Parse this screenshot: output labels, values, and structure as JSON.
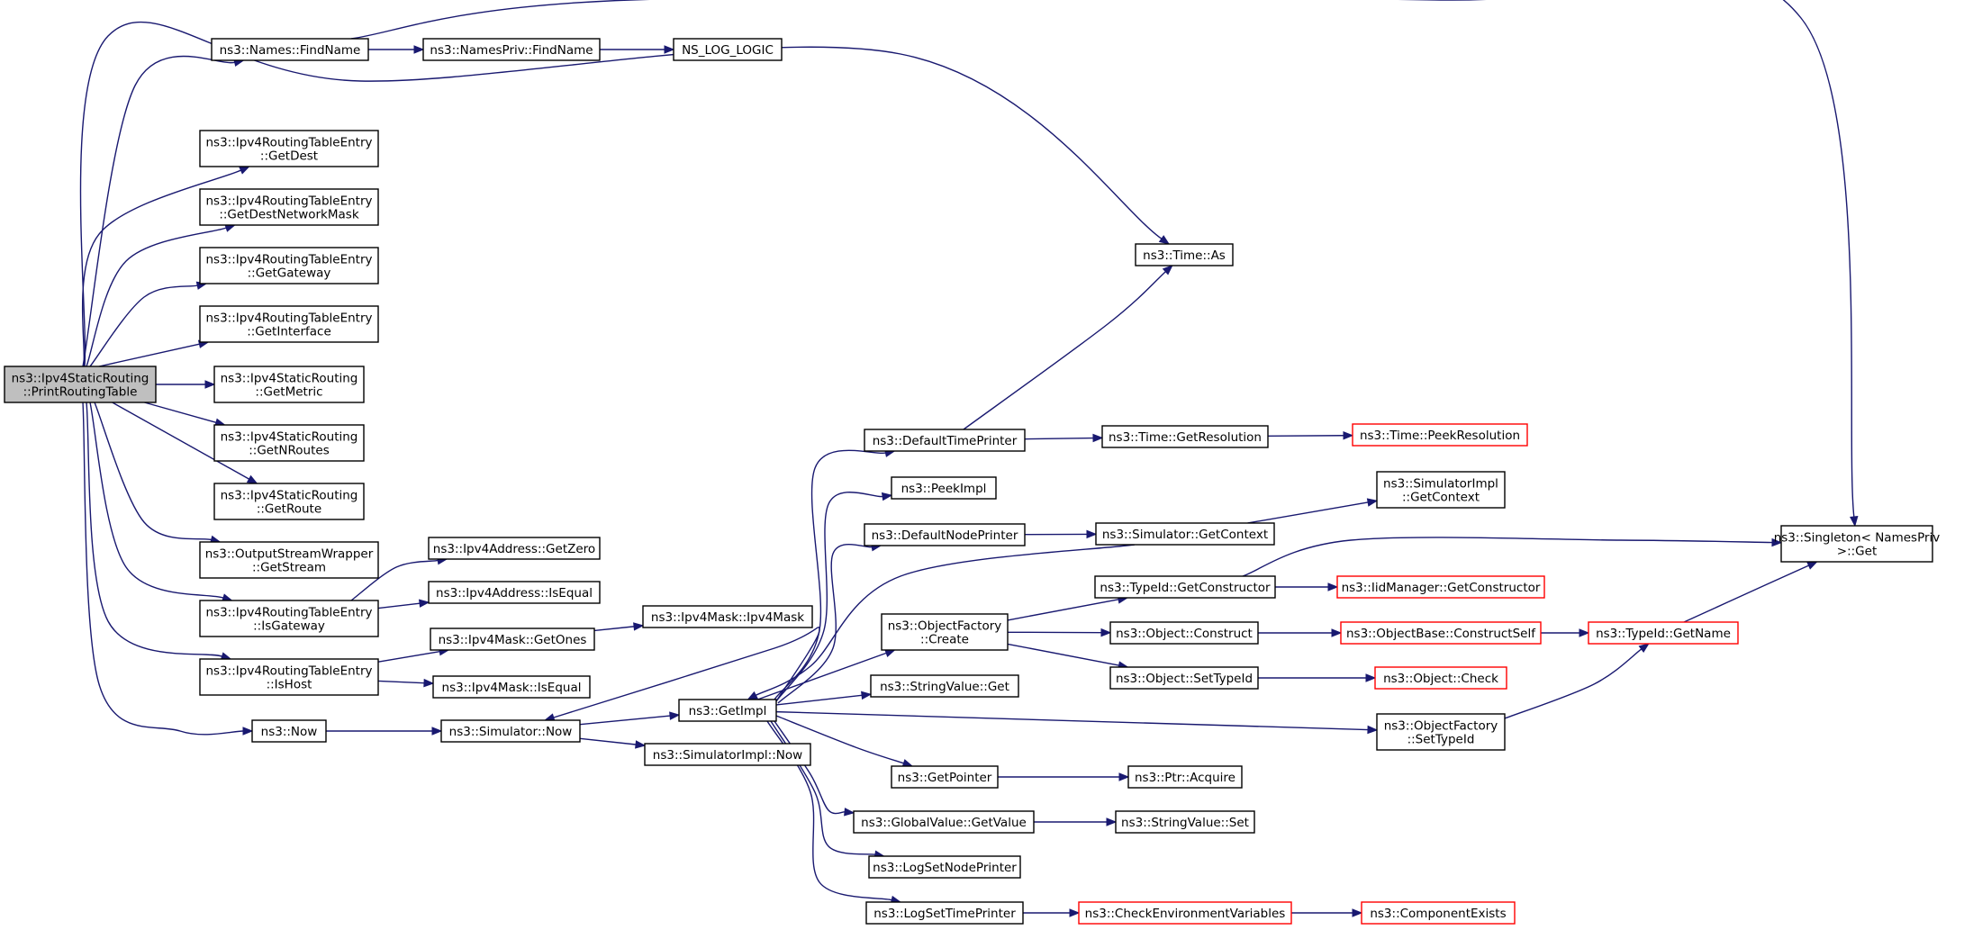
{
  "colors": {
    "edge": "#191970",
    "node_border": "#000000",
    "node_truncated_border": "#ff0000",
    "root_fill": "#bfbfbf",
    "node_fill": "#ffffff"
  },
  "nodes": [
    {
      "id": "root",
      "lines": [
        "ns3::Ipv4StaticRouting",
        "::PrintRoutingTable"
      ],
      "root": true
    },
    {
      "id": "names_findname",
      "lines": [
        "ns3::Names::FindName"
      ]
    },
    {
      "id": "namespriv_findname",
      "lines": [
        "ns3::NamesPriv::FindName"
      ]
    },
    {
      "id": "ns_log_logic",
      "lines": [
        "NS_LOG_LOGIC"
      ]
    },
    {
      "id": "rte_getdest",
      "lines": [
        "ns3::Ipv4RoutingTableEntry",
        "::GetDest"
      ]
    },
    {
      "id": "rte_getdestnetworkmask",
      "lines": [
        "ns3::Ipv4RoutingTableEntry",
        "::GetDestNetworkMask"
      ]
    },
    {
      "id": "rte_getgateway",
      "lines": [
        "ns3::Ipv4RoutingTableEntry",
        "::GetGateway"
      ]
    },
    {
      "id": "rte_getinterface",
      "lines": [
        "ns3::Ipv4RoutingTableEntry",
        "::GetInterface"
      ]
    },
    {
      "id": "sr_getmetric",
      "lines": [
        "ns3::Ipv4StaticRouting",
        "::GetMetric"
      ]
    },
    {
      "id": "sr_getnroutes",
      "lines": [
        "ns3::Ipv4StaticRouting",
        "::GetNRoutes"
      ]
    },
    {
      "id": "sr_getroute",
      "lines": [
        "ns3::Ipv4StaticRouting",
        "::GetRoute"
      ]
    },
    {
      "id": "osw_getstream",
      "lines": [
        "ns3::OutputStreamWrapper",
        "::GetStream"
      ]
    },
    {
      "id": "rte_isgateway",
      "lines": [
        "ns3::Ipv4RoutingTableEntry",
        "::IsGateway"
      ]
    },
    {
      "id": "rte_ishost",
      "lines": [
        "ns3::Ipv4RoutingTableEntry",
        "::IsHost"
      ]
    },
    {
      "id": "now",
      "lines": [
        "ns3::Now"
      ]
    },
    {
      "id": "ipv4addr_getzero",
      "lines": [
        "ns3::Ipv4Address::GetZero"
      ]
    },
    {
      "id": "ipv4addr_isequal",
      "lines": [
        "ns3::Ipv4Address::IsEqual"
      ]
    },
    {
      "id": "ipv4mask_getones",
      "lines": [
        "ns3::Ipv4Mask::GetOnes"
      ]
    },
    {
      "id": "ipv4mask_ipv4mask",
      "lines": [
        "ns3::Ipv4Mask::Ipv4Mask"
      ]
    },
    {
      "id": "ipv4mask_isequal",
      "lines": [
        "ns3::Ipv4Mask::IsEqual"
      ]
    },
    {
      "id": "simulator_now",
      "lines": [
        "ns3::Simulator::Now"
      ]
    },
    {
      "id": "getimpl",
      "lines": [
        "ns3::GetImpl"
      ]
    },
    {
      "id": "simulatorimpl_now",
      "lines": [
        "ns3::SimulatorImpl::Now"
      ]
    },
    {
      "id": "time_as",
      "lines": [
        "ns3::Time::As"
      ]
    },
    {
      "id": "defaulttimeprinter",
      "lines": [
        "ns3::DefaultTimePrinter"
      ]
    },
    {
      "id": "peekimpl",
      "lines": [
        "ns3::PeekImpl"
      ]
    },
    {
      "id": "defaultnodeprinter",
      "lines": [
        "ns3::DefaultNodePrinter"
      ]
    },
    {
      "id": "objectfactory_create",
      "lines": [
        "ns3::ObjectFactory",
        "::Create"
      ]
    },
    {
      "id": "stringvalue_get",
      "lines": [
        "ns3::StringValue::Get"
      ]
    },
    {
      "id": "getpointer",
      "lines": [
        "ns3::GetPointer"
      ]
    },
    {
      "id": "globalvalue_getvalue",
      "lines": [
        "ns3::GlobalValue::GetValue"
      ]
    },
    {
      "id": "logsetnodeprinter",
      "lines": [
        "ns3::LogSetNodePrinter"
      ]
    },
    {
      "id": "logsettimeprinter",
      "lines": [
        "ns3::LogSetTimePrinter"
      ]
    },
    {
      "id": "time_getresolution",
      "lines": [
        "ns3::Time::GetResolution"
      ]
    },
    {
      "id": "time_peekresolution",
      "lines": [
        "ns3::Time::PeekResolution"
      ],
      "truncated": true
    },
    {
      "id": "simulator_getcontext",
      "lines": [
        "ns3::Simulator::GetContext"
      ]
    },
    {
      "id": "simulatorimpl_getcontext",
      "lines": [
        "ns3::SimulatorImpl",
        "::GetContext"
      ]
    },
    {
      "id": "typeid_getconstructor",
      "lines": [
        "ns3::TypeId::GetConstructor"
      ]
    },
    {
      "id": "iidmanager_getconstructor",
      "lines": [
        "ns3::IidManager::GetConstructor"
      ],
      "truncated": true
    },
    {
      "id": "object_construct",
      "lines": [
        "ns3::Object::Construct"
      ]
    },
    {
      "id": "objectbase_constructself",
      "lines": [
        "ns3::ObjectBase::ConstructSelf"
      ],
      "truncated": true
    },
    {
      "id": "typeid_getname",
      "lines": [
        "ns3::TypeId::GetName"
      ],
      "truncated": true
    },
    {
      "id": "object_settypeid",
      "lines": [
        "ns3::Object::SetTypeId"
      ]
    },
    {
      "id": "object_check",
      "lines": [
        "ns3::Object::Check"
      ],
      "truncated": true
    },
    {
      "id": "objectfactory_settypeid",
      "lines": [
        "ns3::ObjectFactory",
        "::SetTypeId"
      ]
    },
    {
      "id": "ptr_acquire",
      "lines": [
        "ns3::Ptr::Acquire"
      ]
    },
    {
      "id": "stringvalue_set",
      "lines": [
        "ns3::StringValue::Set"
      ]
    },
    {
      "id": "checkenvironmentvariables",
      "lines": [
        "ns3::CheckEnvironmentVariables"
      ],
      "truncated": true
    },
    {
      "id": "componentexists",
      "lines": [
        "ns3::ComponentExists"
      ],
      "truncated": true
    },
    {
      "id": "singleton_get",
      "lines": [
        "ns3::Singleton< NamesPriv",
        " >::Get"
      ]
    }
  ],
  "edges": [
    [
      "root",
      "names_findname"
    ],
    [
      "root",
      "time_as"
    ],
    [
      "root",
      "rte_getdest"
    ],
    [
      "root",
      "rte_getdestnetworkmask"
    ],
    [
      "root",
      "rte_getgateway"
    ],
    [
      "root",
      "rte_getinterface"
    ],
    [
      "root",
      "sr_getmetric"
    ],
    [
      "root",
      "sr_getnroutes"
    ],
    [
      "root",
      "sr_getroute"
    ],
    [
      "root",
      "osw_getstream"
    ],
    [
      "root",
      "rte_isgateway"
    ],
    [
      "root",
      "rte_ishost"
    ],
    [
      "root",
      "now"
    ],
    [
      "names_findname",
      "namespriv_findname"
    ],
    [
      "names_findname",
      "singleton_get"
    ],
    [
      "namespriv_findname",
      "ns_log_logic"
    ],
    [
      "rte_isgateway",
      "ipv4addr_getzero"
    ],
    [
      "rte_isgateway",
      "ipv4addr_isequal"
    ],
    [
      "rte_ishost",
      "ipv4mask_getones"
    ],
    [
      "rte_ishost",
      "ipv4mask_isequal"
    ],
    [
      "ipv4mask_getones",
      "ipv4mask_ipv4mask"
    ],
    [
      "now",
      "simulator_now"
    ],
    [
      "simulator_now",
      "getimpl"
    ],
    [
      "simulator_now",
      "simulatorimpl_now"
    ],
    [
      "getimpl",
      "defaulttimeprinter"
    ],
    [
      "getimpl",
      "peekimpl"
    ],
    [
      "getimpl",
      "defaultnodeprinter"
    ],
    [
      "getimpl",
      "objectfactory_create"
    ],
    [
      "getimpl",
      "stringvalue_get"
    ],
    [
      "getimpl",
      "getpointer"
    ],
    [
      "getimpl",
      "globalvalue_getvalue"
    ],
    [
      "getimpl",
      "logsetnodeprinter"
    ],
    [
      "getimpl",
      "logsettimeprinter"
    ],
    [
      "getimpl",
      "objectfactory_settypeid"
    ],
    [
      "getimpl",
      "simulator_now"
    ],
    [
      "simulator_getcontext",
      "getimpl"
    ],
    [
      "defaulttimeprinter",
      "time_as"
    ],
    [
      "defaulttimeprinter",
      "time_getresolution"
    ],
    [
      "time_getresolution",
      "time_peekresolution"
    ],
    [
      "defaultnodeprinter",
      "simulator_getcontext"
    ],
    [
      "simulator_getcontext",
      "simulatorimpl_getcontext"
    ],
    [
      "objectfactory_create",
      "typeid_getconstructor"
    ],
    [
      "objectfactory_create",
      "object_construct"
    ],
    [
      "objectfactory_create",
      "object_settypeid"
    ],
    [
      "typeid_getconstructor",
      "iidmanager_getconstructor"
    ],
    [
      "typeid_getconstructor",
      "singleton_get"
    ],
    [
      "object_construct",
      "objectbase_constructself"
    ],
    [
      "objectbase_constructself",
      "typeid_getname"
    ],
    [
      "typeid_getname",
      "singleton_get"
    ],
    [
      "object_settypeid",
      "object_check"
    ],
    [
      "objectfactory_settypeid",
      "typeid_getname"
    ],
    [
      "getpointer",
      "ptr_acquire"
    ],
    [
      "globalvalue_getvalue",
      "stringvalue_set"
    ],
    [
      "logsettimeprinter",
      "checkenvironmentvariables"
    ],
    [
      "checkenvironmentvariables",
      "componentexists"
    ]
  ]
}
